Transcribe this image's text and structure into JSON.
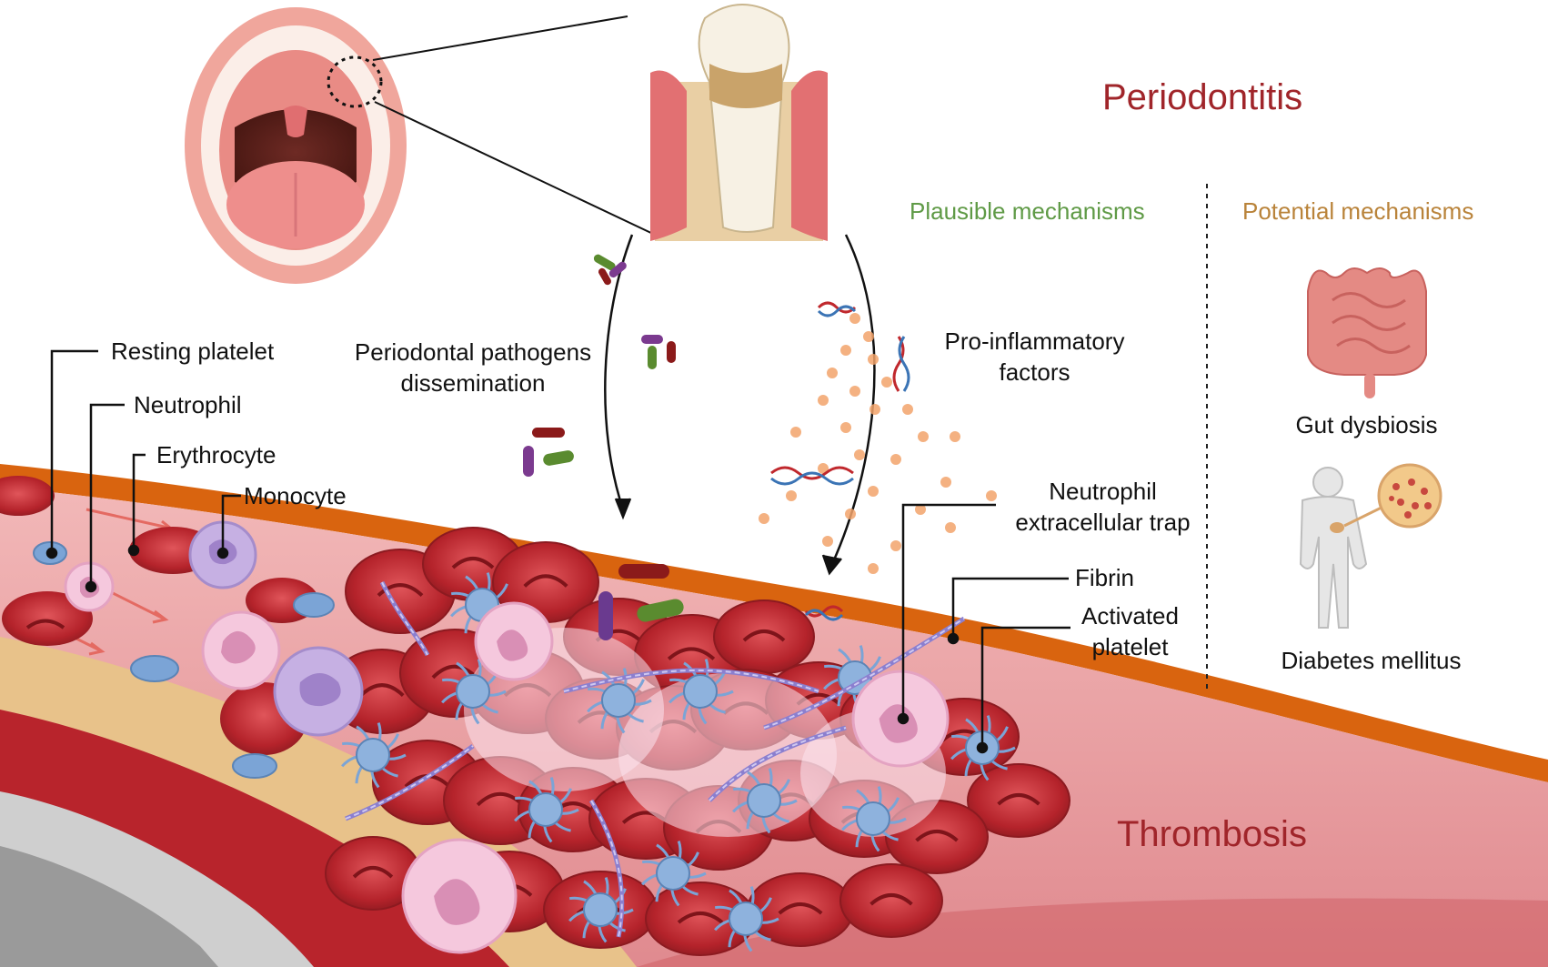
{
  "titles": {
    "periodontitis": "Periodontitis",
    "thrombosis": "Thrombosis"
  },
  "headings": {
    "plausible": "Plausible mechanisms",
    "potential": "Potential mechanisms"
  },
  "cell_labels": {
    "resting_platelet": "Resting platelet",
    "neutrophil": "Neutrophil",
    "erythrocyte": "Erythrocyte",
    "monocyte": "Monocyte",
    "net_line1": "Neutrophil",
    "net_line2": "extracellular trap",
    "fibrin": "Fibrin",
    "activated_line1": "Activated",
    "activated_line2": "platelet"
  },
  "mechanisms": {
    "dissemination_line1": "Periodontal pathogens",
    "dissemination_line2": "dissemination",
    "proinflammatory_line1": "Pro-inflammatory",
    "proinflammatory_line2": "factors",
    "gut": "Gut dysbiosis",
    "diabetes": "Diabetes mellitus"
  },
  "colors": {
    "title_red": "#a0252a",
    "plausible_green": "#5f9a46",
    "potential_orange": "#b9833a",
    "vessel_wall": "#d9640f",
    "plasma": "#e7a0a0",
    "rbc": "#b5232b",
    "platelet_blue": "#7ba4d6",
    "neutrophil_pink": "#f5c8dd",
    "monocyte_purple": "#c6b0e3",
    "dots_orange": "#f2a36b"
  }
}
